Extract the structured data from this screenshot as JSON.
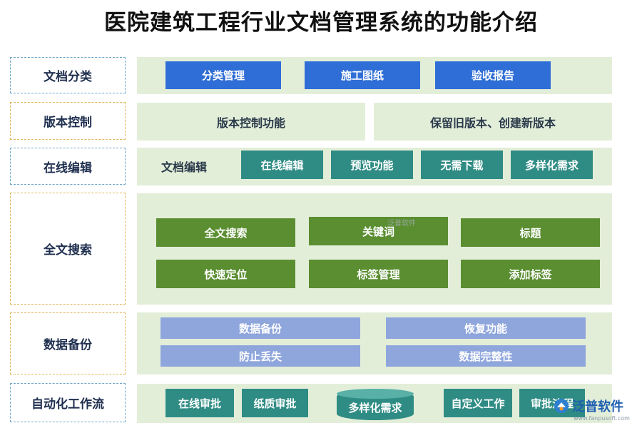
{
  "title": "医院建筑工程行业文档管理系统的功能介绍",
  "rows": {
    "doc_category": {
      "label": "文档分类",
      "items": [
        "分类管理",
        "施工图纸",
        "验收报告"
      ]
    },
    "version_control": {
      "label": "版本控制",
      "items": [
        "版本控制功能",
        "保留旧版本、创建新版本"
      ]
    },
    "online_edit": {
      "label": "在线编辑",
      "lead": "文档编辑",
      "items": [
        "在线编辑",
        "预览功能",
        "无需下载",
        "多样化需求"
      ]
    },
    "fulltext_search": {
      "label": "全文搜索",
      "items": [
        "全文搜索",
        "关键词",
        "标题",
        "快速定位",
        "标签管理",
        "添加标签"
      ]
    },
    "data_backup": {
      "label": "数据备份",
      "items": [
        "数据备份",
        "恢复功能",
        "防止丢失",
        "数据完整性"
      ]
    },
    "auto_workflow": {
      "label": "自动化工作流",
      "items": [
        "在线审批",
        "纸质审批",
        "多样化需求",
        "自定义工作",
        "审批流程"
      ]
    }
  },
  "watermark": "泛普软件",
  "logo": {
    "name": "泛普软件",
    "url": "www.fanpusoft.com"
  },
  "colors": {
    "blue_box": "#2f6ed6",
    "teal_box": "#2f8c84",
    "green_box": "#5a8e31",
    "periwinkle_box": "#8fa6dc",
    "panel_bg": "#e3eed9",
    "label_border": "#e0b85c"
  }
}
